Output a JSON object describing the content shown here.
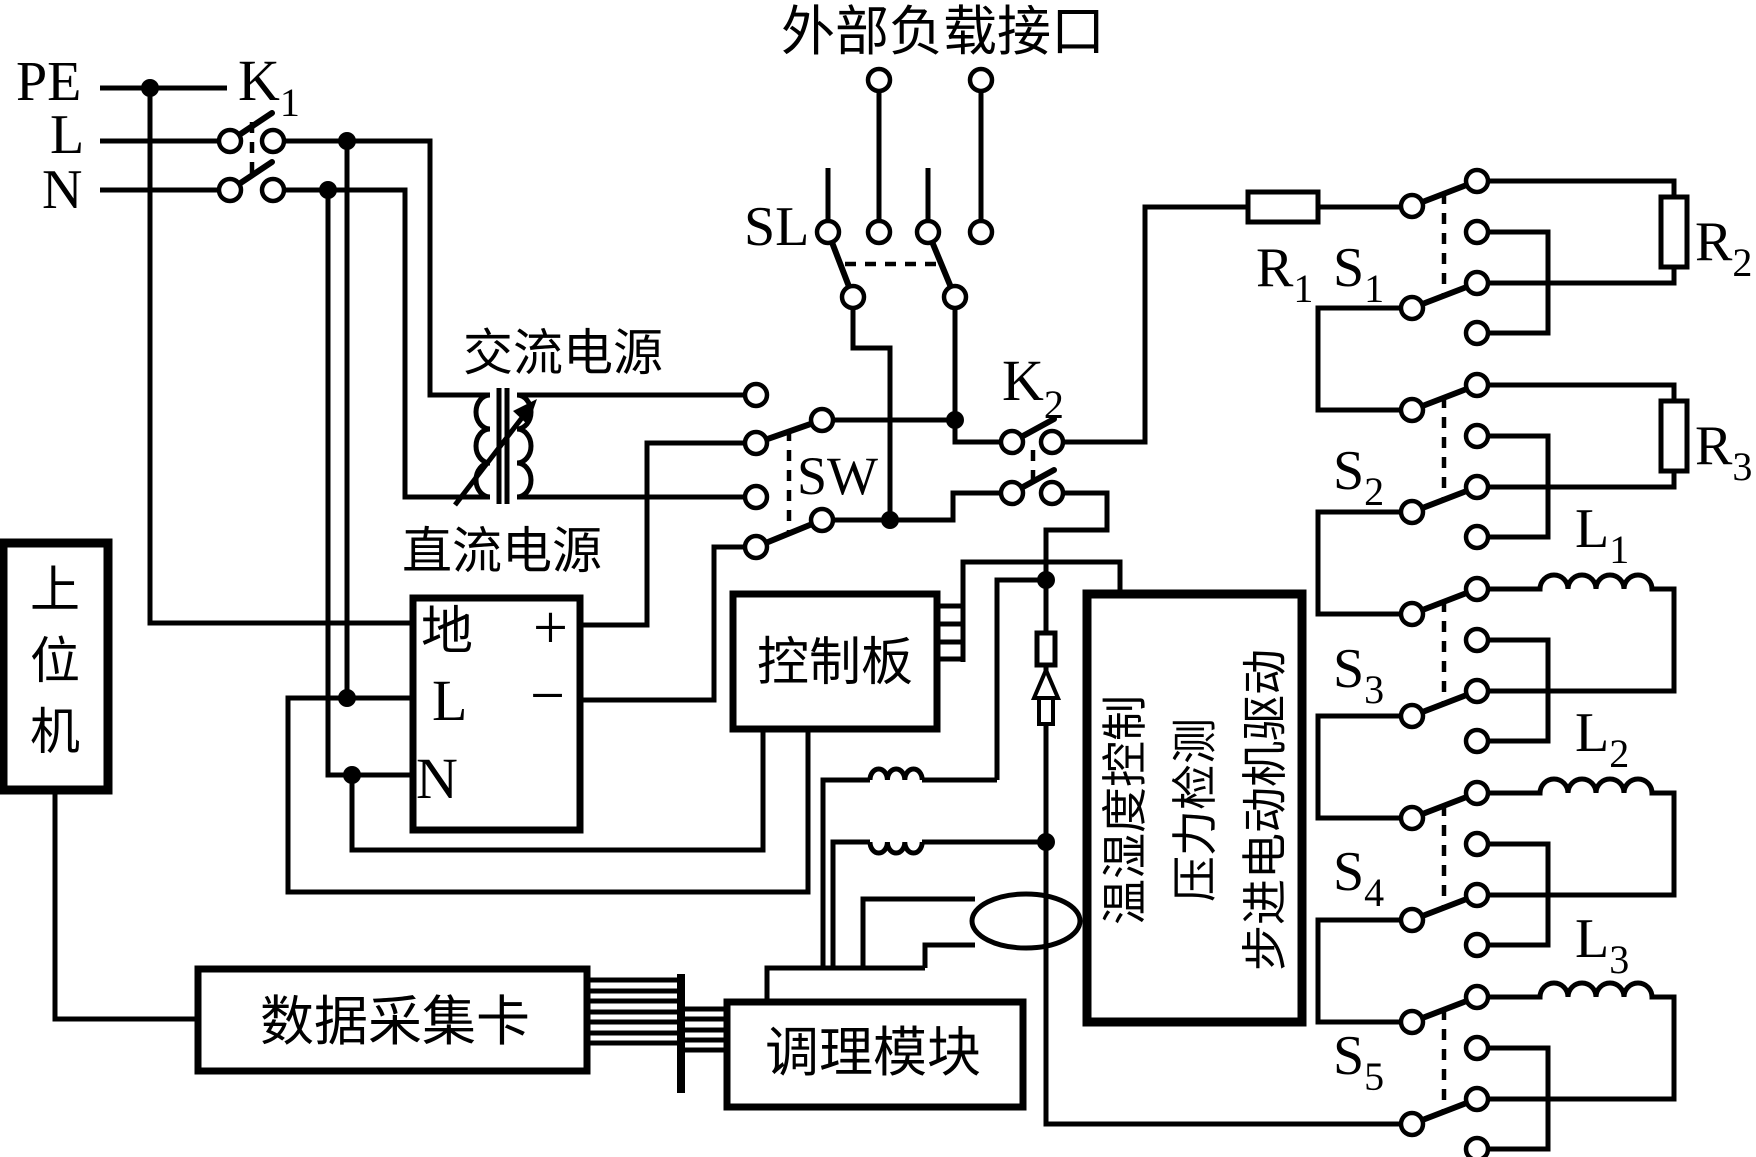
{
  "colors": {
    "ink": "#000000",
    "background": "#ffffff"
  },
  "rails": {
    "pe": "PE",
    "live": "L",
    "neutral": "N"
  },
  "labels": {
    "external_load_interface": "外部负载接口",
    "ac_supply": "交流电源",
    "dc_supply": "直流电源",
    "control_board": "控制板",
    "host_computer": "上位机",
    "daq_card": "数据采集卡",
    "conditioning_module": "调理模块"
  },
  "env_box": {
    "line1": "温湿度控制",
    "line2": "压力检测",
    "line3": "步进电动机驱动"
  },
  "dc_box": {
    "ground": "地",
    "live": "L",
    "neutral": "N",
    "plus": "+",
    "minus": "−"
  },
  "switches": {
    "k1": {
      "base": "K",
      "sub": "1"
    },
    "k2": {
      "base": "K",
      "sub": "2"
    },
    "sl": "SL",
    "sw": "SW",
    "s1": {
      "base": "S",
      "sub": "1"
    },
    "s2": {
      "base": "S",
      "sub": "2"
    },
    "s3": {
      "base": "S",
      "sub": "3"
    },
    "s4": {
      "base": "S",
      "sub": "4"
    },
    "s5": {
      "base": "S",
      "sub": "5"
    }
  },
  "resistors": {
    "r1": {
      "base": "R",
      "sub": "1"
    },
    "r2": {
      "base": "R",
      "sub": "2"
    },
    "r3": {
      "base": "R",
      "sub": "3"
    }
  },
  "inductors": {
    "l1": {
      "base": "L",
      "sub": "1"
    },
    "l2": {
      "base": "L",
      "sub": "2"
    },
    "l3": {
      "base": "L",
      "sub": "3"
    }
  }
}
